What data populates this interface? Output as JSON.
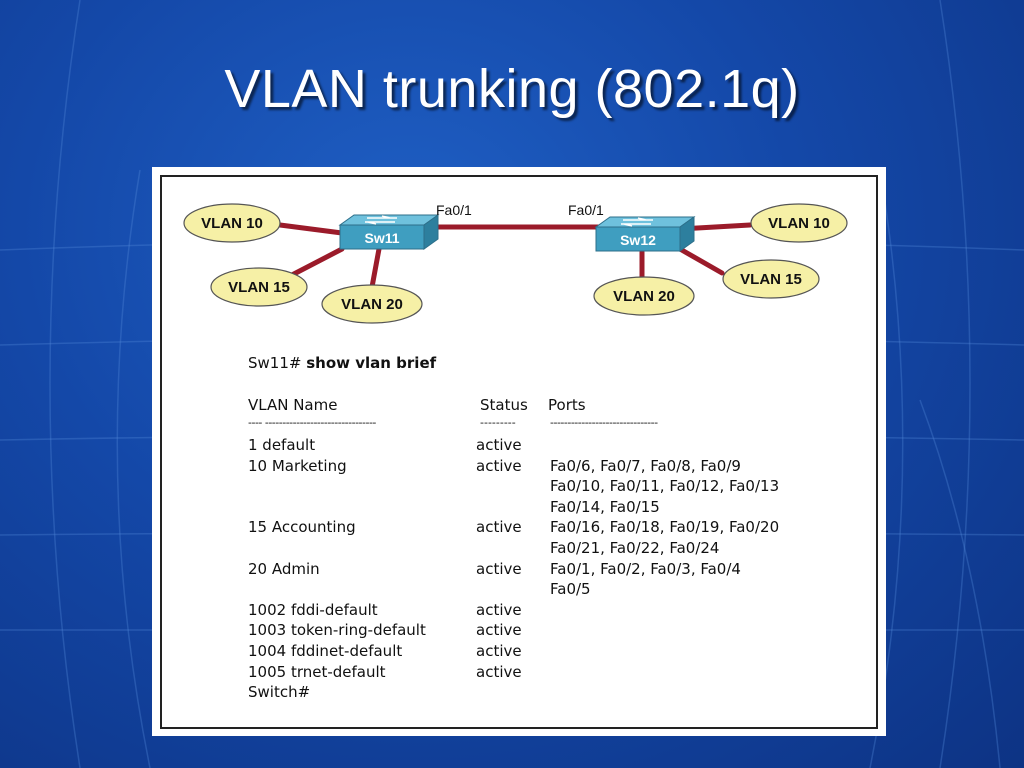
{
  "slide": {
    "title": "VLAN trunking (802.1q)"
  },
  "colors": {
    "background": "#1448a8",
    "link": "#9b1b2a",
    "vlan_fill": "#f6f0a6",
    "switch_fill": "#3f9ec0"
  },
  "diagram": {
    "switches": [
      {
        "name": "Sw11",
        "port": "Fa0/1"
      },
      {
        "name": "Sw12",
        "port": "Fa0/1"
      }
    ],
    "vlans_left": [
      "VLAN 10",
      "VLAN 15",
      "VLAN 20"
    ],
    "vlans_right": [
      "VLAN 10",
      "VLAN 15",
      "VLAN 20"
    ]
  },
  "cli": {
    "prompt": "Sw11#",
    "command": "show vlan brief",
    "headers": {
      "vlan_name": "VLAN Name",
      "status": "Status",
      "ports": "Ports"
    },
    "dashes": {
      "name": "---- --------------------------------",
      "status": "---------",
      "ports": "-------------------------------"
    },
    "rows": [
      {
        "id_name": "1    default",
        "status": "active",
        "ports": ""
      },
      {
        "id_name": "10   Marketing",
        "status": "active",
        "ports": "Fa0/6, Fa0/7, Fa0/8, Fa0/9"
      },
      {
        "id_name": "",
        "status": "",
        "ports": "Fa0/10, Fa0/11, Fa0/12, Fa0/13"
      },
      {
        "id_name": "",
        "status": "",
        "ports": "Fa0/14, Fa0/15"
      },
      {
        "id_name": "15   Accounting",
        "status": "active",
        "ports": "Fa0/16, Fa0/18, Fa0/19, Fa0/20"
      },
      {
        "id_name": "",
        "status": "",
        "ports": "Fa0/21, Fa0/22, Fa0/24"
      },
      {
        "id_name": "20   Admin",
        "status": "active",
        "ports": "Fa0/1, Fa0/2, Fa0/3, Fa0/4"
      },
      {
        "id_name": "",
        "status": "",
        "ports": "Fa0/5"
      },
      {
        "id_name": "1002 fddi-default",
        "status": "active",
        "ports": ""
      },
      {
        "id_name": "1003 token-ring-default",
        "status": "active",
        "ports": ""
      },
      {
        "id_name": "1004 fddinet-default",
        "status": "active",
        "ports": ""
      },
      {
        "id_name": "1005 trnet-default",
        "status": "active",
        "ports": ""
      }
    ],
    "end_prompt": "Switch#"
  }
}
